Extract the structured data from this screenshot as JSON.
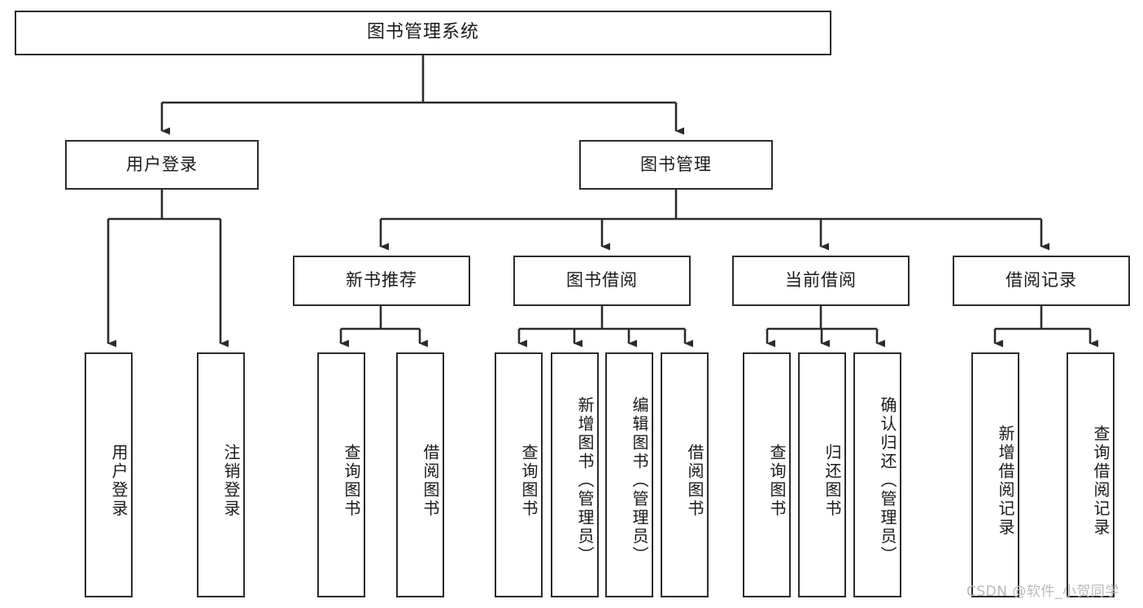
{
  "diagram": {
    "title": "图书管理系统",
    "type": "functional-structure-tree",
    "watermark": "CSDN @软件_小贺同学",
    "colors": {
      "border": "#2b2b2b",
      "text": "#1a1a1a",
      "background": "#ffffff",
      "watermark": "#b9b9b9"
    }
  },
  "nodes": {
    "root": {
      "label": "图书管理系统"
    },
    "level1": [
      {
        "label": "用户登录"
      },
      {
        "label": "图书管理"
      }
    ],
    "level2": [
      {
        "label": "新书推荐"
      },
      {
        "label": "图书借阅"
      },
      {
        "label": "当前借阅"
      },
      {
        "label": "借阅记录"
      }
    ],
    "leaves": {
      "user_login": [
        {
          "label": "用户登录"
        },
        {
          "label": "注销登录"
        }
      ],
      "new_book_recommend": [
        {
          "label": "查询图书"
        },
        {
          "label": "借阅图书"
        }
      ],
      "book_borrow": [
        {
          "label": "查询图书"
        },
        {
          "label": "新增图书（管理员）"
        },
        {
          "label": "编辑图书（管理员）"
        },
        {
          "label": "借阅图书"
        }
      ],
      "current_borrow": [
        {
          "label": "查询图书"
        },
        {
          "label": "归还图书"
        },
        {
          "label": "确认归还（管理员）"
        }
      ],
      "borrow_record": [
        {
          "label": "新增借阅记录"
        },
        {
          "label": "查询借阅记录"
        }
      ]
    }
  }
}
